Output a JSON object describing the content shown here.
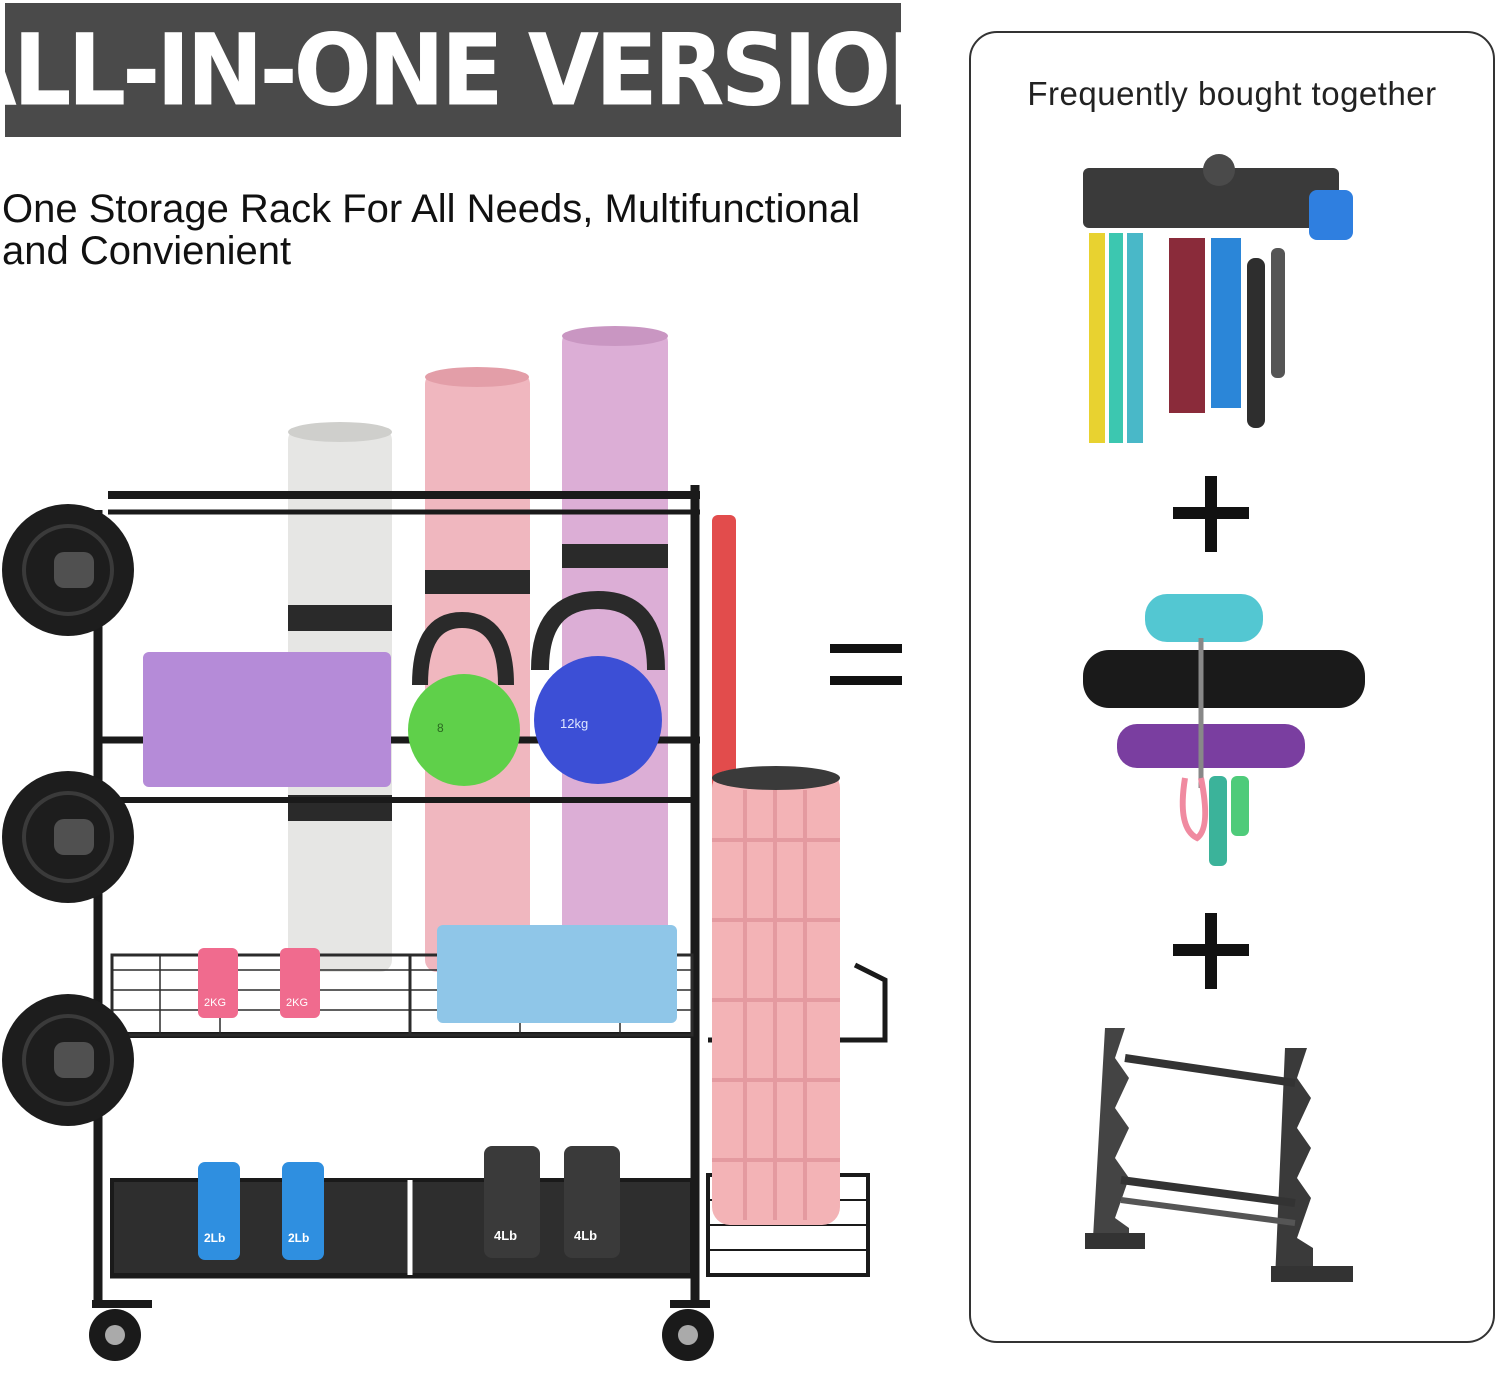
{
  "banner": {
    "title": "ALL-IN-ONE VERSION"
  },
  "subtitle": "One Storage Rack For All Needs, Multifunctional and Convienient",
  "panel": {
    "title": "Frequently bought together"
  },
  "labels": {
    "kettlebell_green": "8",
    "kettlebell_blue": "12kg",
    "dumbbell_pink": "2KG",
    "dumbbell_blue": "2Lb",
    "dumbbell_black": "4Lb"
  },
  "colors": {
    "banner": "#4a4a4a",
    "rack_frame": "#1a1a1a",
    "accent_red": "#d33a3a",
    "mat_white": "#e6e6e4",
    "mat_pink": "#f0b7bf",
    "mat_lavender": "#dcaed6",
    "block_purple": "#b58bd8",
    "block_blue": "#8fc6e8",
    "kettlebell_green": "#5fd04a",
    "kettlebell_blue": "#3c4fd6",
    "foam_roller_pink": "#f3b3b6"
  }
}
